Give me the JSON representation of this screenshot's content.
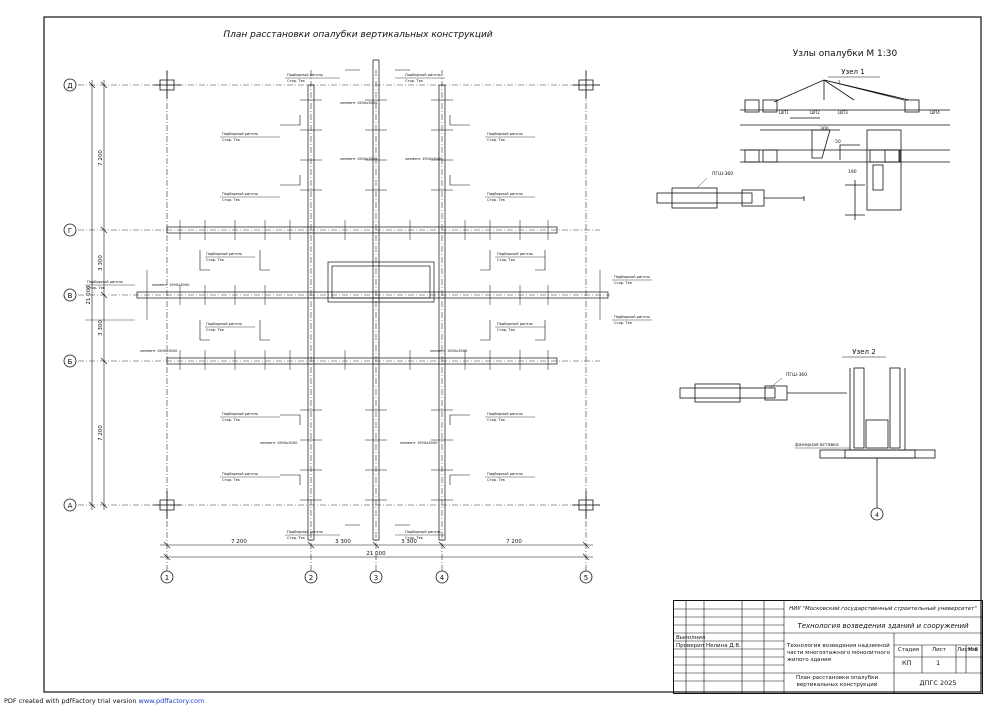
{
  "plan": {
    "title": "План расстановки опалубки вертикальных конструкций",
    "rows": [
      "Д",
      "Г",
      "В",
      "Б",
      "А"
    ],
    "cols": [
      "1",
      "2",
      "3",
      "4",
      "5"
    ],
    "dim_x": [
      "7 200",
      "3 300",
      "3 300",
      "7 200"
    ],
    "dim_x_total": "21 000",
    "dim_y": [
      "7 200",
      "3 300",
      "3 300",
      "7 200"
    ],
    "dim_y_total": "21 000",
    "note_a": "Подборный ригель",
    "note_b": "Стор. Тек",
    "note_c": "элемент 1900x3000"
  },
  "nodes": {
    "title": "Узлы опалубки  М 1:30",
    "node1": "Узел 1",
    "node2": "Узел 2",
    "pgsh1": "ПГШ-360",
    "pgsh2": "ПГШ-360",
    "shp1": "ШП1",
    "shp2": "ШП2",
    "shp3": "ШП3",
    "shp4": "ШП4",
    "dim_300": "300",
    "dim_50": "50",
    "dim_190": "190",
    "dim_1": "1",
    "note_fanera": "фанерная вставка",
    "axis4": "4"
  },
  "stamp": {
    "org": "НИУ \"Московский государственный строительный университет\"",
    "subject": "Технология возведения зданий и сооружений",
    "role1": "Выполнил",
    "role2": "Проверил",
    "name2": "Нелина Д.В.",
    "desc": "Технология возведения надземной части многоэтажного монолитного жилого здания",
    "h_stage": "Стадия",
    "h_sheet": "Лист",
    "h_sheets": "Листов",
    "h_scale": "М-б",
    "stage": "КП",
    "sheet": "1",
    "drawing": "План расстановки опалубки вертикальных конструкций",
    "code": "ДПГС 2025"
  },
  "footer": {
    "text": "PDF created with pdfFactory trial version ",
    "link": "www.pdffactory.com"
  }
}
